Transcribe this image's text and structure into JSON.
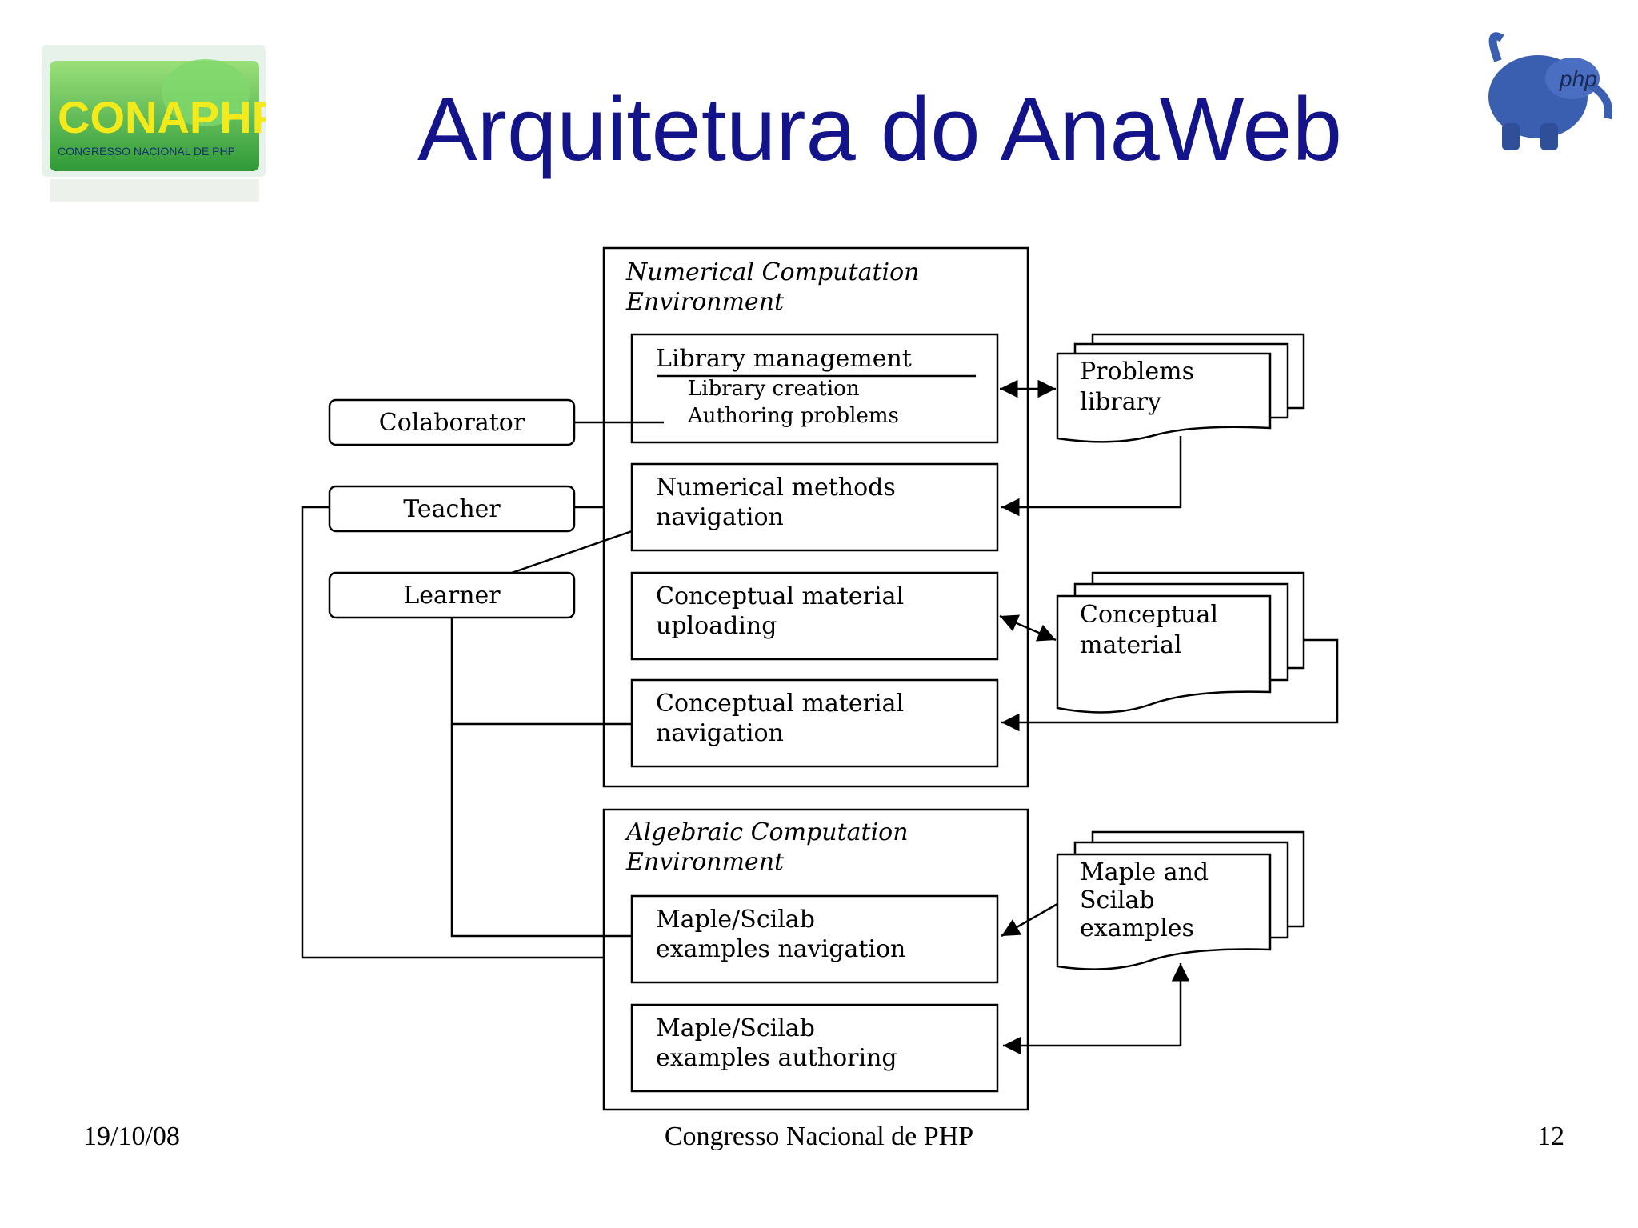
{
  "slide": {
    "title": "Arquitetura do AnaWeb",
    "footer_date": "19/10/08",
    "footer_center": "Congresso Nacional de PHP",
    "page_number": "12"
  },
  "logos": {
    "conaphp_main": "CONAPHP",
    "conaphp_sub": "CONGRESSO NACIONAL DE PHP",
    "elephant_text": "php"
  },
  "diagram": {
    "numerical_env": [
      "Numerical Computation",
      "Environment"
    ],
    "library_management": "Library management",
    "library_creation": "Library creation",
    "authoring_problems": "Authoring problems",
    "numerical_methods": [
      "Numerical methods",
      "navigation"
    ],
    "conceptual_uploading": [
      "Conceptual material",
      "uploading"
    ],
    "conceptual_navigation": [
      "Conceptual material",
      "navigation"
    ],
    "algebraic_env": [
      "Algebraic Computation",
      "Environment"
    ],
    "maple_navigation": [
      "Maple/Scilab",
      "examples navigation"
    ],
    "maple_authoring": [
      "Maple/Scilab",
      "examples authoring"
    ],
    "actor_colaborator": "Colaborator",
    "actor_teacher": "Teacher",
    "actor_learner": "Learner",
    "doc_problems": [
      "Problems",
      "library"
    ],
    "doc_conceptual": [
      "Conceptual",
      "material"
    ],
    "doc_maple": [
      "Maple and",
      "Scilab",
      "examples"
    ]
  },
  "colors": {
    "title": "#13138a",
    "logo_green": "#2e9e3a",
    "logo_yellow": "#e8e31a",
    "elephant_blue": "#3b5fb0"
  }
}
